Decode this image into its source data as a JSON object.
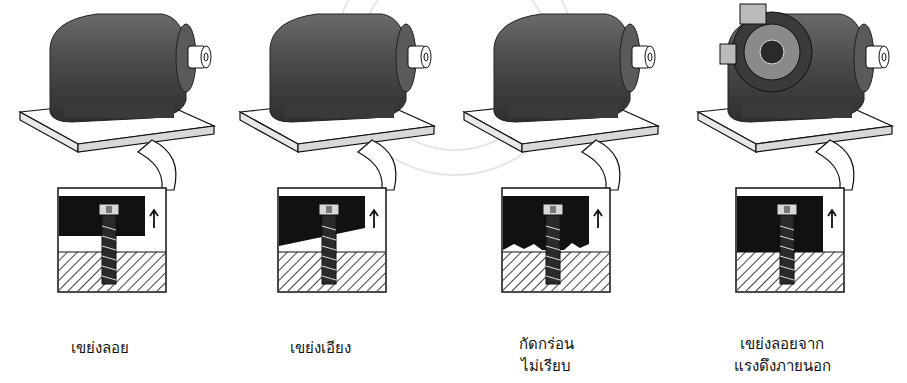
{
  "diagram": {
    "labels": [
      "เขย่งลอย",
      "เขย่งเอียง",
      "กัดกร่อน ไม่เรียบ",
      "เขย่งลอยจาก แรงดึงภายนอก"
    ]
  }
}
